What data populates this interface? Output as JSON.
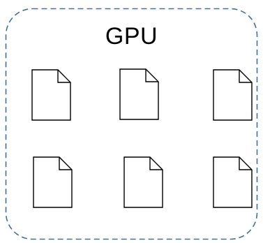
{
  "container": {
    "label": "GPU",
    "border_color": "#41719C",
    "border_style": "dashed"
  },
  "files": {
    "icon": "file-icon",
    "count": 6,
    "rows": 2,
    "columns": 3,
    "stroke_color": "#000000"
  }
}
